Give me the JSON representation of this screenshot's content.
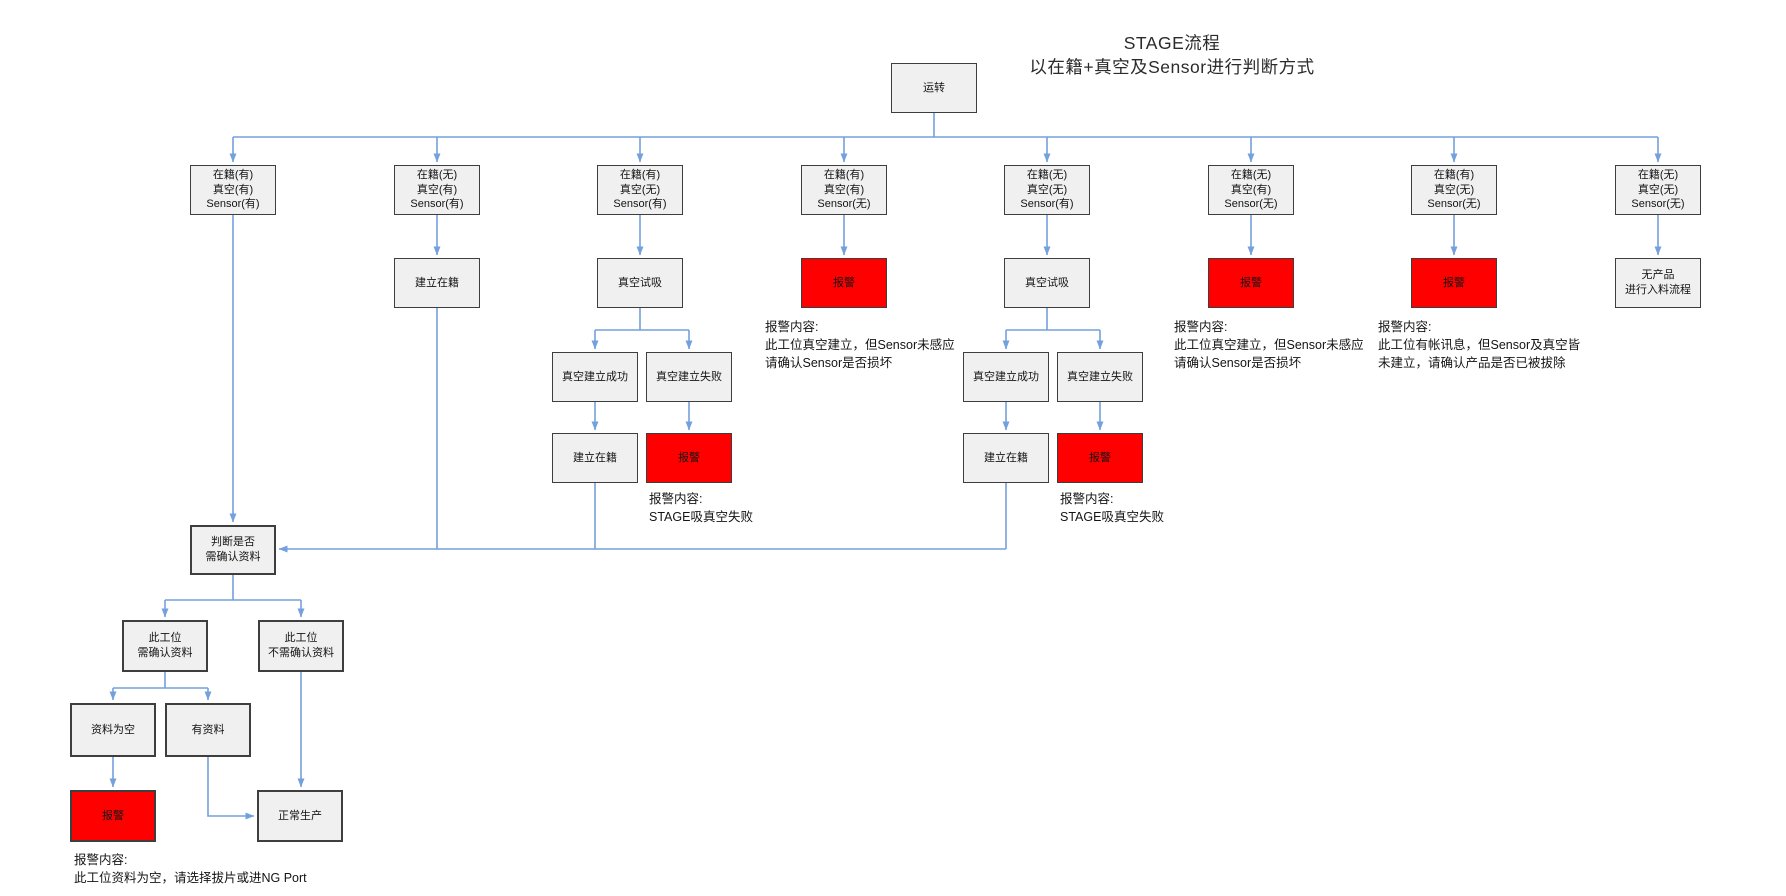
{
  "title": {
    "line1": "STAGE流程",
    "line2": "以在籍+真空及Sensor进行判断方式"
  },
  "colors": {
    "node_fill": "#F0F0F0",
    "node_border": "#3E3E3E",
    "alarm_fill": "#FF0000",
    "connector_blue": "#74A0DC"
  },
  "nodes": {
    "root": "运转",
    "c1": "在籍(有)\n真空(有)\nSensor(有)",
    "c2": "在籍(无)\n真空(有)\nSensor(有)",
    "c3": "在籍(有)\n真空(无)\nSensor(有)",
    "c4": "在籍(有)\n真空(有)\nSensor(无)",
    "c5": "在籍(无)\n真空(无)\nSensor(有)",
    "c6": "在籍(无)\n真空(有)\nSensor(无)",
    "c7": "在籍(有)\n真空(无)\nSensor(无)",
    "c8": "在籍(无)\n真空(无)\nSensor(无)",
    "b2_register": "建立在籍",
    "b3_try": "真空试吸",
    "b3_success": "真空建立成功",
    "b3_fail": "真空建立失败",
    "b3_register": "建立在籍",
    "b3_alarm": "报警",
    "b4_alarm": "报警",
    "b5_try": "真空试吸",
    "b5_success": "真空建立成功",
    "b5_fail": "真空建立失败",
    "b5_register": "建立在籍",
    "b5_alarm": "报警",
    "b6_alarm": "报警",
    "b7_alarm": "报警",
    "b8_noproduct": "无产品\n进行入料流程",
    "judge": "判断是否\n需确认资料",
    "need_confirm": "此工位\n需确认资料",
    "no_need_confirm": "此工位\n不需确认资料",
    "data_empty": "资料为空",
    "has_data": "有资料",
    "empty_alarm": "报警",
    "normal_production": "正常生产"
  },
  "annotations": {
    "b3": "报警内容:\nSTAGE吸真空失败",
    "b4": "报警内容:\n此工位真空建立，但Sensor未感应\n请确认Sensor是否损坏",
    "b5": "报警内容:\nSTAGE吸真空失败",
    "b6": "报警内容:\n此工位真空建立，但Sensor未感应\n请确认Sensor是否损坏",
    "b7": "报警内容:\n此工位有帐讯息，但Sensor及真空皆\n未建立，请确认产品是否已被拔除",
    "empty_data": "报警内容:\n此工位资料为空，请选择拔片或进NG Port"
  }
}
